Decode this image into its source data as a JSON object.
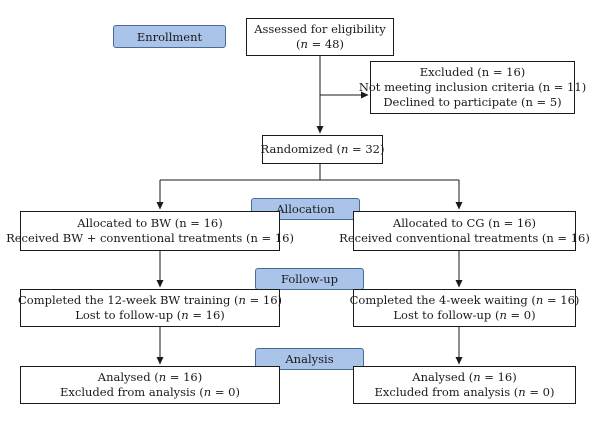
{
  "stages": {
    "enrollment": "Enrollment",
    "allocation": "Allocation",
    "followup": "Follow-up",
    "analysis": "Analysis"
  },
  "boxes": {
    "assessed": {
      "line1": "Assessed for eligibility",
      "line2_pre": "(",
      "n_var": "n",
      "line2_post": " = 48)"
    },
    "excluded": {
      "line1": "Excluded (n = 16)",
      "line2": "Not meeting inclusion criteria (n = 11)",
      "line3": "Declined to participate (n = 5)"
    },
    "randomized": {
      "pre": "Randomized (",
      "n_var": "n",
      "post": " = 32)"
    },
    "alloc_bw": {
      "line1": "Allocated to BW (n = 16)",
      "line2": "Received BW + conventional treatments (n = 16)"
    },
    "alloc_cg": {
      "line1": "Allocated to CG (n = 16)",
      "line2": "Received conventional treatments (n = 16)"
    },
    "follow_bw": {
      "line1_pre": "Completed the 12-week BW training (",
      "n_var": "n",
      "line1_post": " = 16)",
      "line2_pre": "Lost to follow-up (",
      "line2_post": " = 16)"
    },
    "follow_cg": {
      "line1_pre": "Completed the 4-week waiting (",
      "n_var": "n",
      "line1_post": " = 16)",
      "line2_pre": "Lost to follow-up (",
      "line2_post": " = 0)"
    },
    "analysis_bw": {
      "line1_pre": "Analysed (",
      "n_var": "n",
      "line1_post": " = 16)",
      "line2_pre": "Excluded from analysis (",
      "line2_post": " = 0)"
    },
    "analysis_cg": {
      "line1_pre": "Analysed (",
      "n_var": "n",
      "line1_post": " = 16)",
      "line2_pre": "Excluded from analysis (",
      "line2_post": " = 0)"
    }
  }
}
